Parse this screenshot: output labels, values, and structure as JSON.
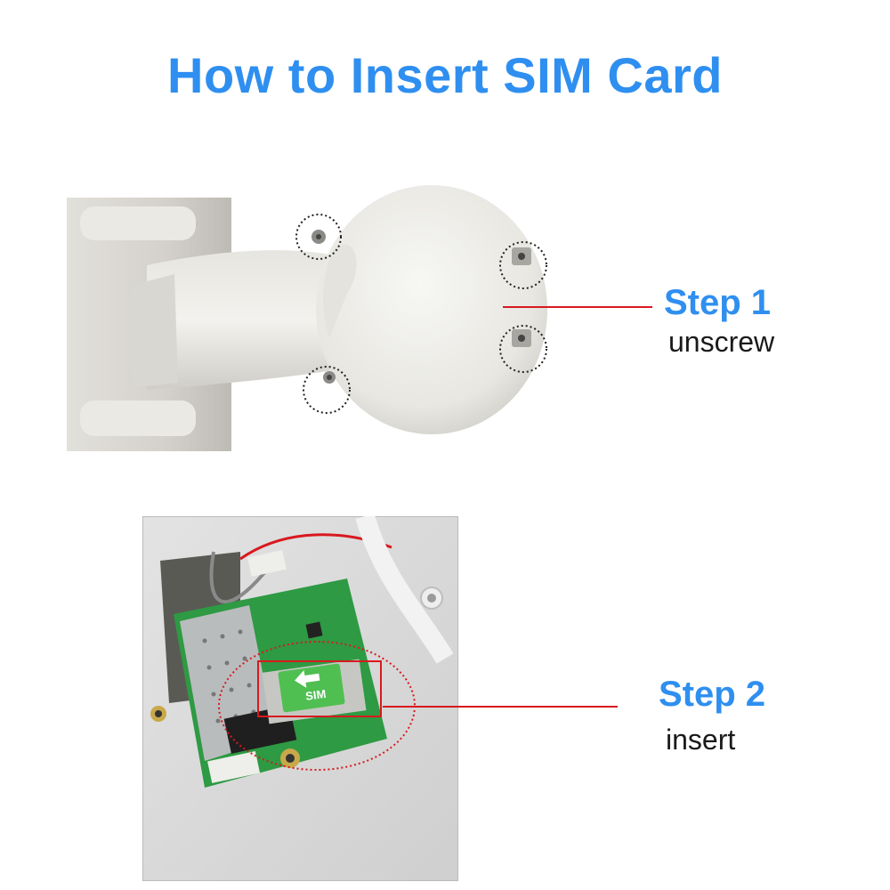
{
  "title": "How to Insert SIM Card",
  "steps": [
    {
      "title": "Step 1",
      "action": "unscrew"
    },
    {
      "title": "Step 2",
      "action": "insert"
    }
  ],
  "board_marking": "SIM",
  "colors": {
    "title": "#2f8ff0",
    "step_title": "#2f8ff0",
    "pointer_line": "#d8191e",
    "screw_circle": "#222222",
    "sim_highlight": "#d8191e",
    "pcb": "#2e9a43",
    "sim_card": "#4fbf52"
  },
  "icons": [
    "screw-icon",
    "sim-arrow-icon"
  ]
}
